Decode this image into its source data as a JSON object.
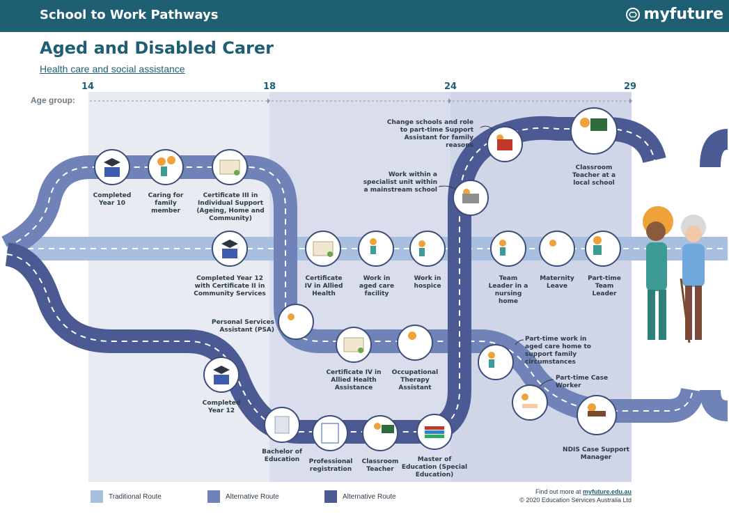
{
  "header": {
    "brand": "School to Work Pathways",
    "logo": "myfuture"
  },
  "title": "Aged and Disabled Carer",
  "subtitle": "Health care and social assistance",
  "age": {
    "label": "Age group:",
    "marks": [
      "14",
      "18",
      "24",
      "29"
    ]
  },
  "nodes": {
    "completed_year10": "Completed Year 10",
    "caring_family": "Caring for family member",
    "cert3": "Certificate III in Individual Support (Ageing, Home and Community)",
    "completed_year12_cert2": "Completed Year 12 with Certificate II in Community Services",
    "cert4_allied": "Certificate IV in Allied Health",
    "work_aged_care": "Work in aged care facility",
    "work_hospice": "Work in hospice",
    "team_leader_nursing": "Team Leader in a nursing home",
    "maternity_leave": "Maternity Leave",
    "parttime_team_leader": "Part-time Team Leader",
    "psa": "Personal Services Assistant (PSA)",
    "cert4_allied_assistance": "Certificate IV in Allied Health Assistance",
    "ot_assistant": "Occupational Therapy Assistant",
    "parttime_aged_care": "Part-time work in aged care home to support family circumstances",
    "parttime_case_worker": "Part-time Case Worker",
    "ndis_manager": "NDIS Case Support Manager",
    "completed_year12": "Completed Year 12",
    "bachelor_education": "Bachelor of Education",
    "prof_registration": "Professional registration",
    "classroom_teacher": "Classroom Teacher",
    "master_education": "Master of Education (Special Education)",
    "specialist_unit": "Work within a specialist unit within a mainstream school",
    "change_schools": "Change schools and role to part-time Support Assistant for family reasons",
    "classroom_teacher_local": "Classroom Teacher at a local school"
  },
  "legend": {
    "traditional": "Traditional Route",
    "alternative1": "Alternative Route",
    "alternative2": "Alternative Route"
  },
  "colors": {
    "header": "#1f5f73",
    "traditional": "#a9bfe0",
    "alt1": "#6f83b8",
    "alt2": "#4b5a93"
  },
  "footer": {
    "find_out": "Find out more at",
    "link": "myfuture.edu.au",
    "copyright": "© 2020 Education Services Australia Ltd"
  }
}
